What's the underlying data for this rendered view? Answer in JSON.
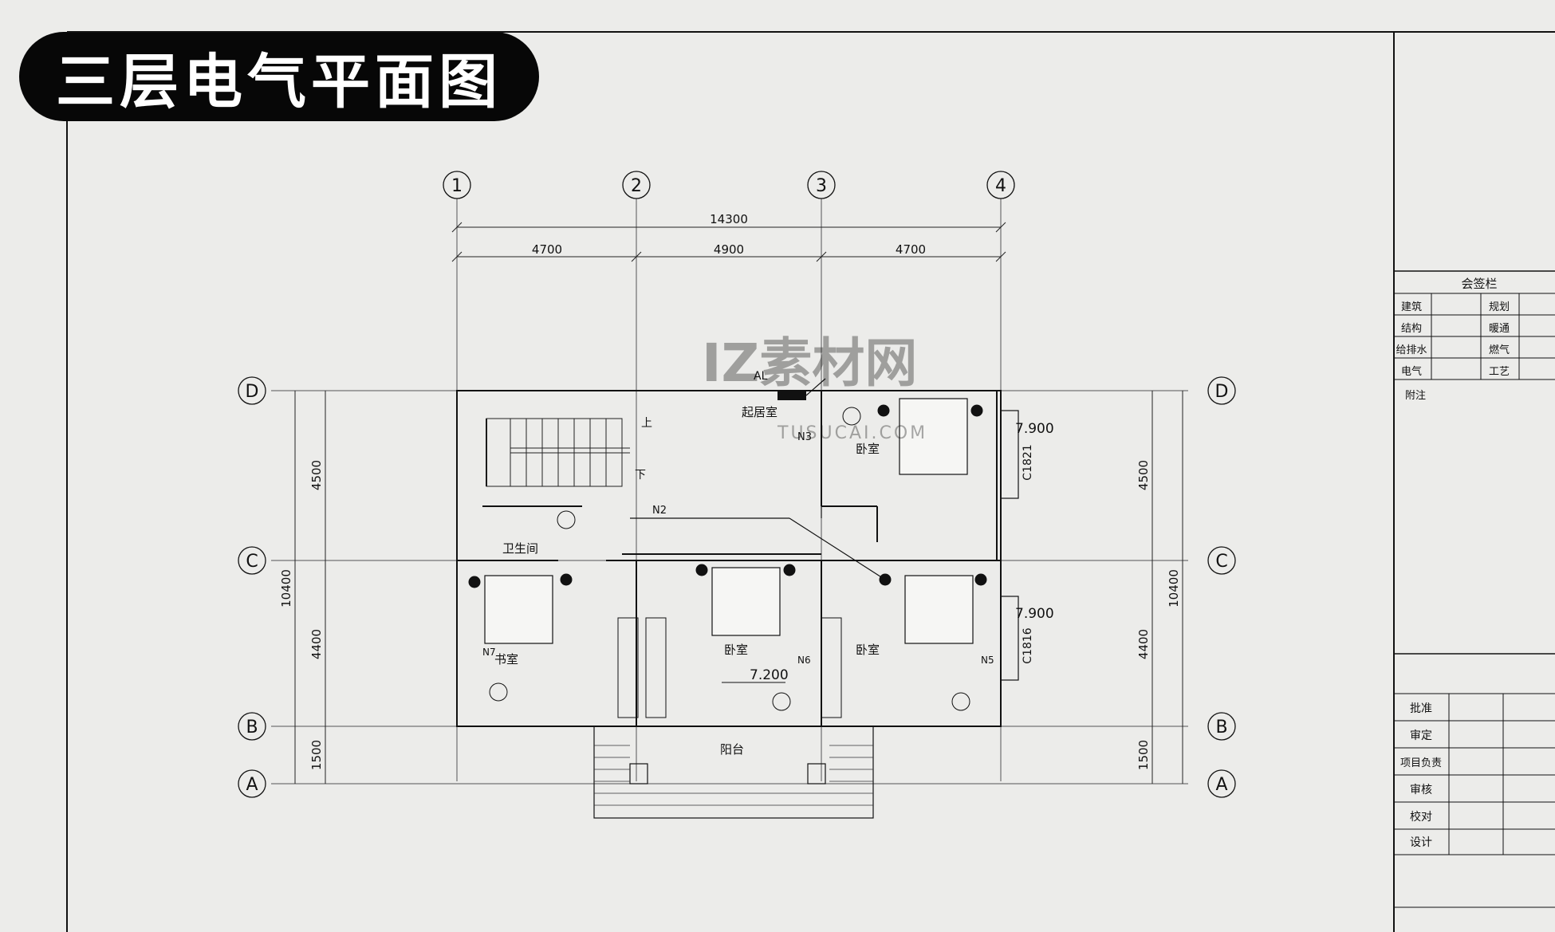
{
  "title": "三层电气平面图",
  "axes": {
    "columns": [
      "1",
      "2",
      "3",
      "4"
    ],
    "rows": [
      "D",
      "C",
      "B",
      "A"
    ]
  },
  "dimensions": {
    "total_width": "14300",
    "bays": [
      "4700",
      "4900",
      "4700"
    ],
    "total_depth": "10400",
    "row_spacings": [
      "4500",
      "4400",
      "1500"
    ]
  },
  "rooms": {
    "living": "起居室",
    "bedroom": "卧室",
    "bathroom": "卫生间",
    "study": "书室",
    "balcony": "阳台",
    "stairs_up": "上",
    "stairs_down": "下"
  },
  "levels": {
    "floor": "7.200",
    "bay_window": "7.900"
  },
  "windows": [
    "C1821",
    "C1816"
  ],
  "circuits": [
    "AL",
    "N2",
    "N3",
    "N5",
    "N6",
    "N7"
  ],
  "sign_panel": {
    "title": "会签栏",
    "rows": [
      [
        "建筑",
        "规划"
      ],
      [
        "结构",
        "暖通"
      ],
      [
        "给排水",
        "燃气"
      ],
      [
        "电气",
        "工艺"
      ]
    ],
    "note": "附注"
  },
  "approval": [
    "批准",
    "审定",
    "项目负责",
    "审核",
    "校对",
    "设计"
  ],
  "watermark": {
    "brand": "IZ素材网",
    "url": "TUSUCAI.COM"
  }
}
